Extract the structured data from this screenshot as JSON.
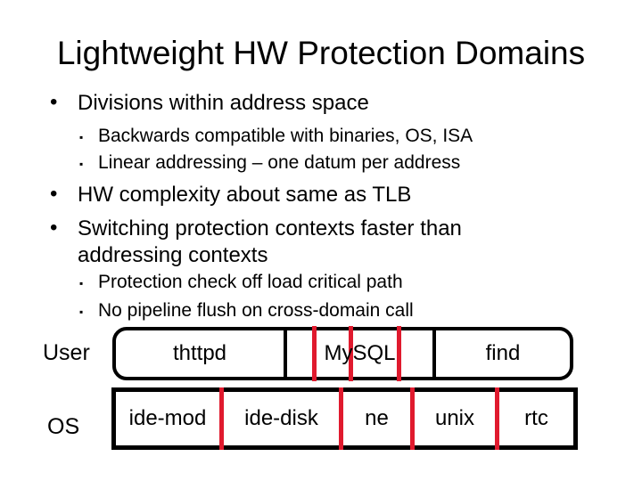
{
  "slide": {
    "title": "Lightweight HW Protection Domains"
  },
  "bullets": [
    {
      "level": 1,
      "text": "Divisions within address space"
    },
    {
      "level": 2,
      "text": "Backwards compatible with binaries, OS, ISA"
    },
    {
      "level": 2,
      "text": "Linear addressing – one datum per address"
    },
    {
      "level": 1,
      "text": "HW complexity about same as TLB"
    },
    {
      "level": 1,
      "text": "Switching protection contexts faster than addressing contexts"
    },
    {
      "level": 2,
      "text": "Protection check off load critical path"
    },
    {
      "level": 2,
      "text": "No pipeline flush on cross-domain call"
    }
  ],
  "icons": {
    "bullet_dot": "•",
    "bullet_square": "▪"
  },
  "diagram": {
    "user_label": "User",
    "os_label": "OS",
    "user_segments": [
      "thttpd",
      "MySQL",
      "find"
    ],
    "os_segments": [
      "ide-mod",
      "ide-disk",
      "ne",
      "unix",
      "rtc"
    ],
    "colors": {
      "protection_divider": "#e01a2e",
      "box_border": "#000000"
    }
  }
}
